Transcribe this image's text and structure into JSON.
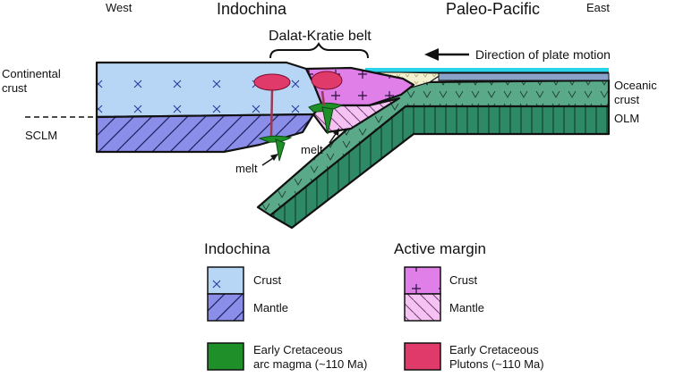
{
  "labels": {
    "west": "West",
    "indochina_top": "Indochina",
    "paleo_pacific": "Paleo-Pacific",
    "east": "East",
    "belt": "Dalat-Kratie belt",
    "plate_motion": "Direction of plate motion",
    "continental_crust_1": "Continental",
    "continental_crust_2": "crust",
    "sclm": "SCLM",
    "oceanic_crust_1": "Oceanic",
    "oceanic_crust_2": "crust",
    "olm": "OLM",
    "melt_1": "melt",
    "melt_2": "melt"
  },
  "legend": {
    "indochina": {
      "title": "Indochina",
      "items": [
        {
          "label": "Crust",
          "swatch": "indochina-crust"
        },
        {
          "label": "Mantle",
          "swatch": "indochina-mantle"
        }
      ]
    },
    "active_margin": {
      "title": "Active margin",
      "items": [
        {
          "label": "Crust",
          "swatch": "margin-crust"
        },
        {
          "label": "Mantle",
          "swatch": "margin-mantle"
        }
      ]
    },
    "arc_magma": {
      "line1": "Early Cretaceous",
      "line2": "arc magma (~110 Ma)"
    },
    "plutons": {
      "line1": "Early Cretaceous",
      "line2": "Plutons (~110 Ma)"
    }
  },
  "colors": {
    "continental_crust": "#b7d5f5",
    "continental_mantle": "#8b8ee8",
    "margin_crust": "#e07fe8",
    "margin_mantle": "#f4c3f2",
    "arc_magma": "#1f8f2a",
    "plutons": "#e03a6b",
    "oceanic_crust": "#5aaa8a",
    "oceanic_mantle": "#2e8a66",
    "sea": "#29d3ea",
    "sediment": "#f5f0cf"
  }
}
